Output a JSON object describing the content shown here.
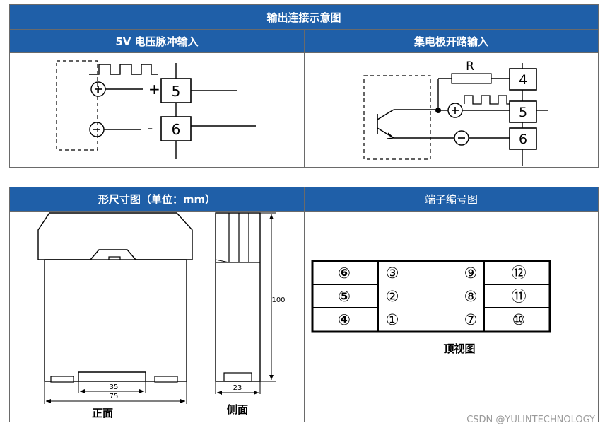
{
  "top_section": {
    "title": "输出连接示意图",
    "left_header": "5V  电压脉冲输入",
    "right_header": "集电极开路输入",
    "left_diagram": {
      "plus_symbol": "+",
      "minus_symbol": "-",
      "terminal_a": "5",
      "terminal_b": "6"
    },
    "right_diagram": {
      "resistor_label": "R",
      "terminal_a": "4",
      "terminal_b": "5",
      "terminal_c": "6"
    }
  },
  "bottom_section": {
    "left_header": "形尺寸图（单位：mm）",
    "right_header": "端子编号图",
    "front_view": {
      "dim_inner": "35",
      "dim_outer": "75",
      "caption": "正面"
    },
    "side_view": {
      "dim_height": "100",
      "dim_width": "23",
      "caption": "侧面"
    },
    "terminal_map": {
      "left_column": [
        "⑥",
        "⑤",
        "④"
      ],
      "middle_left": [
        "③",
        "②",
        "①"
      ],
      "middle_right": [
        "⑨",
        "⑧",
        "⑦"
      ],
      "right_column": [
        "⑫",
        "⑪",
        "⑩"
      ],
      "caption": "顶视图"
    }
  },
  "watermark": "CSDN @YULINTECHNOLOGY"
}
